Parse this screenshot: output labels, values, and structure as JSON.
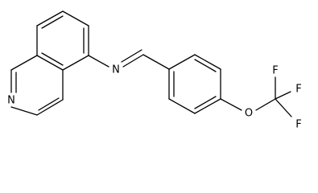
{
  "molecule": {
    "atoms": {
      "n_ring": "N",
      "n_imine": "N",
      "o_ether": "O",
      "f1": "F",
      "f2": "F",
      "f3": "F"
    }
  }
}
